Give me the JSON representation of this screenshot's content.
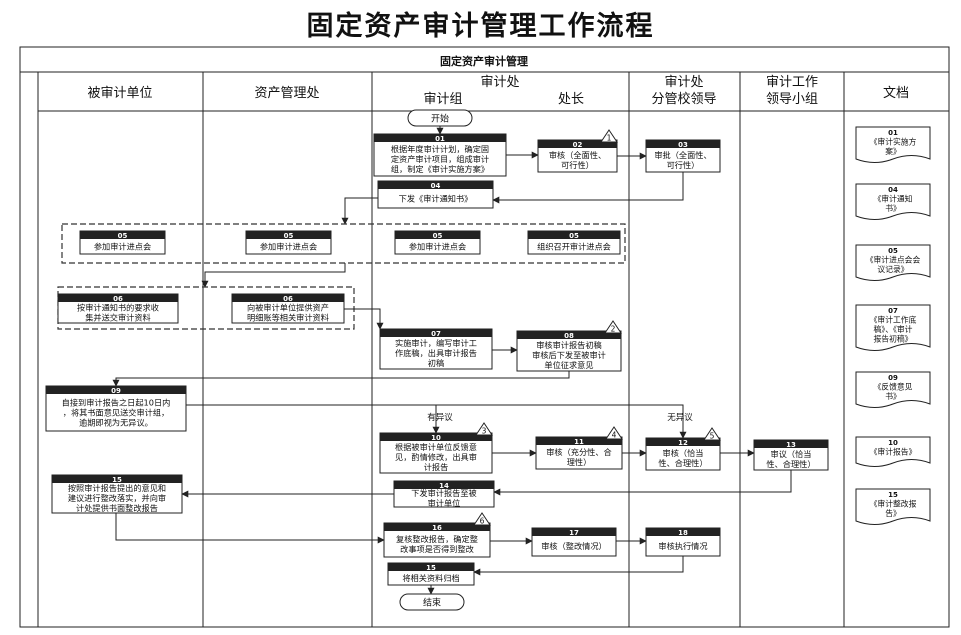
{
  "title": "固定资产审计管理工作流程",
  "banner": "固定资产审计管理",
  "lanes": {
    "auditee": "被审计单位",
    "asset_dept": "资产管理处",
    "audit_office": "审计处",
    "audit_group": "审计组",
    "section_chief": "处长",
    "vp_line1": "审计处",
    "vp_line2": "分管校领导",
    "group_line1": "审计工作",
    "group_line2": "领导小组",
    "docs": "文档"
  },
  "terminals": {
    "start": "开始",
    "end": "结束"
  },
  "nodes": {
    "n01": {
      "num": "01",
      "lines": [
        "根据年度审计计划，确定固",
        "定资产审计项目，组成审计",
        "组，制定《审计实施方案》"
      ]
    },
    "n02": {
      "num": "02",
      "lines": [
        "审核（全面性、",
        "可行性）"
      ]
    },
    "n03": {
      "num": "03",
      "lines": [
        "审批（全面性、",
        "可行性）"
      ]
    },
    "n04": {
      "num": "04",
      "lines": [
        "下发《审计通知书》"
      ]
    },
    "n05a": {
      "num": "05",
      "lines": [
        "参加审计进点会"
      ]
    },
    "n05b": {
      "num": "05",
      "lines": [
        "参加审计进点会"
      ]
    },
    "n05c": {
      "num": "05",
      "lines": [
        "参加审计进点会"
      ]
    },
    "n05d": {
      "num": "05",
      "lines": [
        "组织召开审计进点会"
      ]
    },
    "n06a": {
      "num": "06",
      "lines": [
        "按审计通知书的要求收",
        "集并送交审计资料"
      ]
    },
    "n06b": {
      "num": "06",
      "lines": [
        "向被审计单位提供资产",
        "明细账等相关审计资料"
      ]
    },
    "n07": {
      "num": "07",
      "lines": [
        "实施审计，编写审计工",
        "作底稿，出具审计报告",
        "初稿"
      ]
    },
    "n08": {
      "num": "08",
      "lines": [
        "审核审计报告初稿",
        "审核后下发至被审计",
        "单位征求意见"
      ]
    },
    "n09": {
      "num": "09",
      "lines": [
        "自接到审计报告之日起10日内",
        "，将其书面意见送交审计组，",
        "逾期即视为无异议。"
      ]
    },
    "n10": {
      "num": "10",
      "lines": [
        "根据被审计单位反馈意",
        "见，酌情修改，出具审",
        "计报告"
      ]
    },
    "n11": {
      "num": "11",
      "lines": [
        "审核（充分性、合",
        "理性）"
      ]
    },
    "n12": {
      "num": "12",
      "lines": [
        "审核（恰当",
        "性、合理性）"
      ]
    },
    "n13": {
      "num": "13",
      "lines": [
        "审议（恰当",
        "性、合理性）"
      ]
    },
    "n14": {
      "num": "14",
      "lines": [
        "下发审计报告至被",
        "审计单位"
      ]
    },
    "n15a": {
      "num": "15",
      "lines": [
        "按照审计报告提出的意见和",
        "建议进行整改落实，并向审",
        "计处提供书面整改报告"
      ]
    },
    "n15b": {
      "num": "15",
      "lines": [
        "将相关资料归档"
      ]
    },
    "n16": {
      "num": "16",
      "lines": [
        "复核整改报告，确定整",
        "改事项是否得到整改"
      ]
    },
    "n17": {
      "num": "17",
      "lines": [
        "审核（整改情况）"
      ]
    },
    "n18": {
      "num": "18",
      "lines": [
        "审核执行情况"
      ]
    }
  },
  "badges": {
    "n02": "1",
    "n08": "2",
    "n10": "3",
    "n11": "4",
    "n12": "5",
    "n16": "6"
  },
  "edge_labels": {
    "objection": "有异议",
    "no_objection": "无异议"
  },
  "documents": [
    {
      "num": "01",
      "lines": [
        "《审计实施方",
        "案》"
      ]
    },
    {
      "num": "04",
      "lines": [
        "《审计通知",
        "书》"
      ]
    },
    {
      "num": "05",
      "lines": [
        "《审计进点会会",
        "议记录》"
      ]
    },
    {
      "num": "07",
      "lines": [
        "《审计工作底",
        "稿》、《审计",
        "报告初稿》"
      ]
    },
    {
      "num": "09",
      "lines": [
        "《反馈意见",
        "书》"
      ]
    },
    {
      "num": "10",
      "lines": [
        "《审计报告》"
      ]
    },
    {
      "num": "15",
      "lines": [
        "《审计整改报",
        "告》"
      ]
    }
  ]
}
